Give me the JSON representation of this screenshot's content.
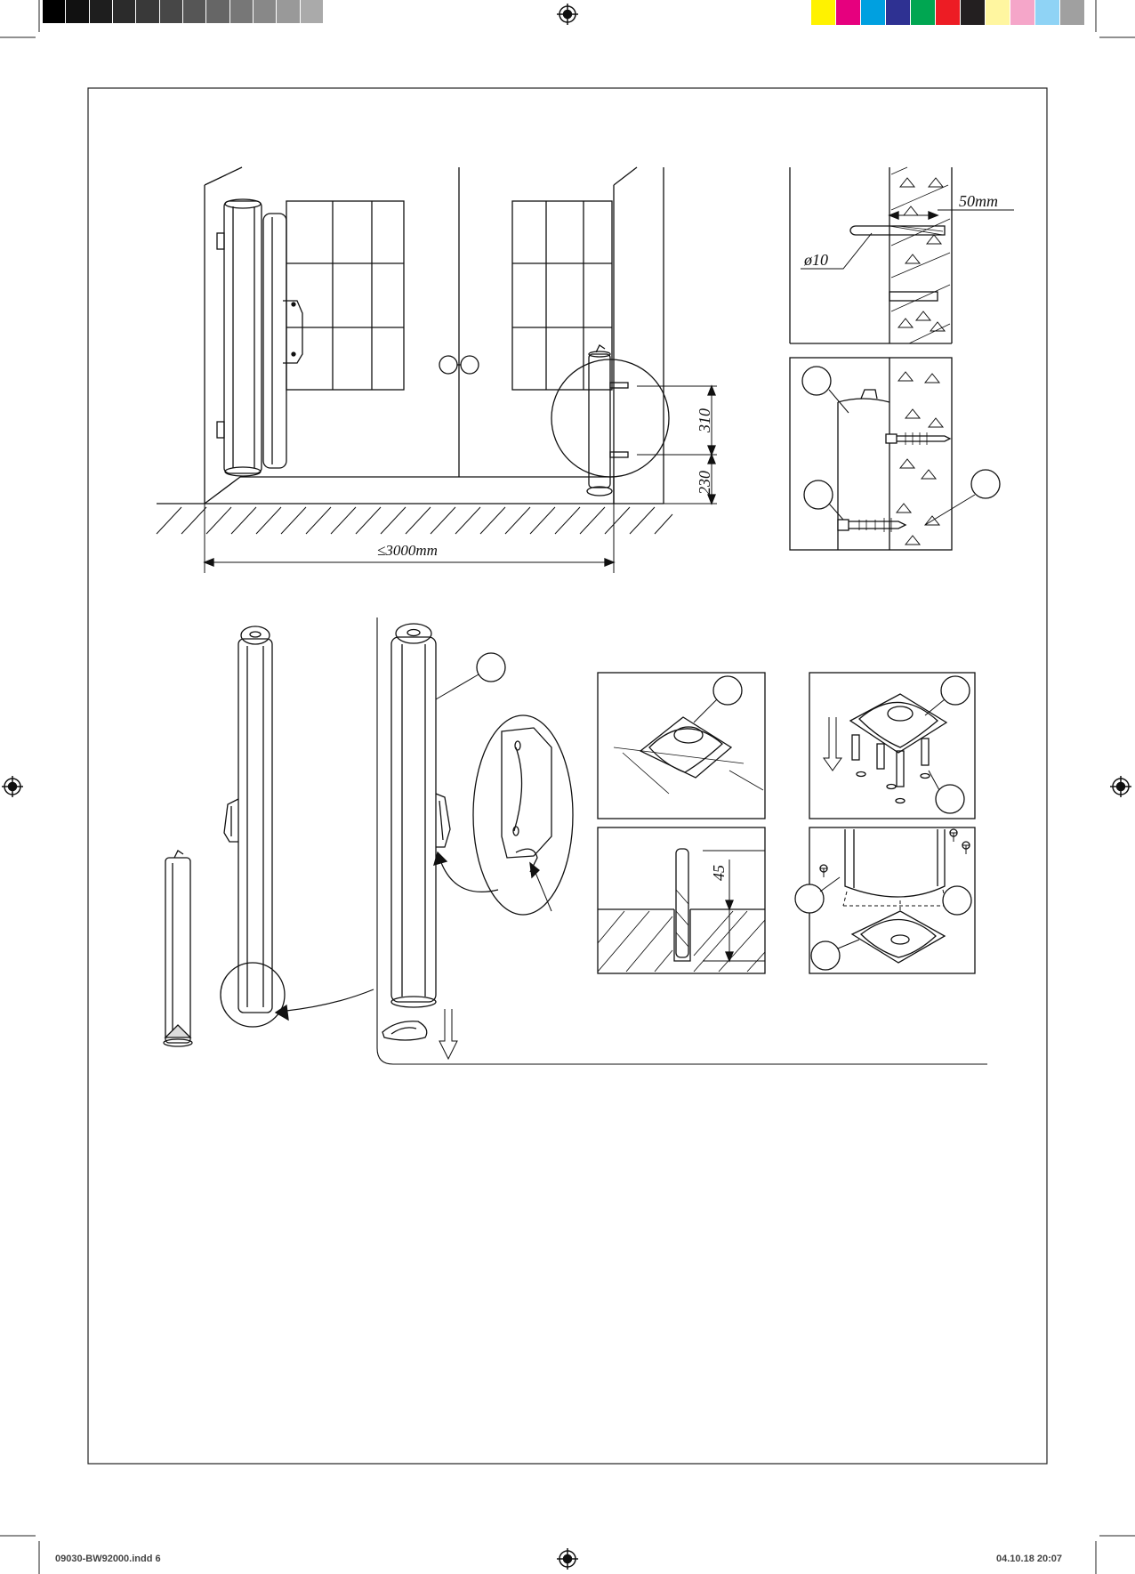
{
  "print_marks": {
    "grayscale_bar": [
      "#000000",
      "#111111",
      "#1e1e1e",
      "#2b2b2b",
      "#393939",
      "#474747",
      "#565656",
      "#666666",
      "#777777",
      "#888888",
      "#999999",
      "#aaaaaa"
    ],
    "color_bar": [
      "#fff200",
      "#e6007e",
      "#00a0e0",
      "#2e3192",
      "#00a651",
      "#ed1c24",
      "#231f20",
      "#fff6a0",
      "#f5a6c9",
      "#8fd3f5",
      "#a0a0a0"
    ],
    "registration_icon": "crosshair-registration-icon"
  },
  "figure_top": {
    "dimension_width": "≤3000mm",
    "dimension_upper": "310",
    "dimension_lower": "230"
  },
  "detail_drill": {
    "depth_label": "50mm",
    "diameter_label": "ø10"
  },
  "detail_floor_drill": {
    "depth_label": "45"
  },
  "footer": {
    "file_label": "09030-BW92000.indd   6",
    "date_label": "04.10.18   20:07"
  }
}
